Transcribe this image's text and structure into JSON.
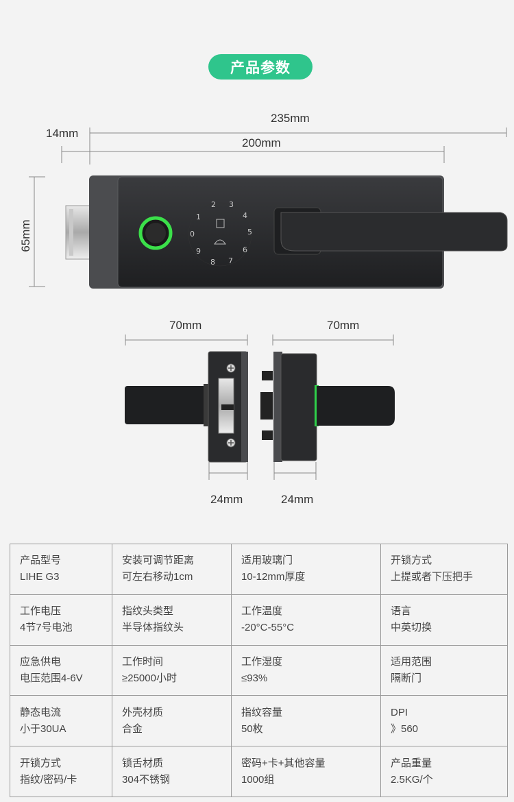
{
  "header": {
    "title": "产品参数"
  },
  "dimensions": {
    "total_length": "235mm",
    "body_length": "200mm",
    "offset": "14mm",
    "height": "65mm",
    "left_handle": "70mm",
    "right_handle": "70mm",
    "left_depth": "24mm",
    "right_depth": "24mm"
  },
  "keypad": {
    "digits": [
      "1",
      "2",
      "3",
      "4",
      "5",
      "6",
      "7",
      "8",
      "9",
      "0"
    ]
  },
  "colors": {
    "accent": "#2fc58c",
    "lock_body": "#2a2b2d",
    "ring": "#3be04a"
  },
  "specs": [
    [
      {
        "label": "产品型号",
        "value": "LIHE G3"
      },
      {
        "label": "安装可调节距离",
        "value": "可左右移动1cm"
      },
      {
        "label": "适用玻璃门",
        "value": "10-12mm厚度"
      },
      {
        "label": "开锁方式",
        "value": "上提或者下压把手"
      }
    ],
    [
      {
        "label": "工作电压",
        "value": "4节7号电池"
      },
      {
        "label": "指纹头类型",
        "value": "半导体指纹头"
      },
      {
        "label": "工作温度",
        "value": "-20°C-55°C"
      },
      {
        "label": "语言",
        "value": "中英切换"
      }
    ],
    [
      {
        "label": "应急供电",
        "value": "电压范围4-6V"
      },
      {
        "label": "工作时间",
        "value": "≥25000小时"
      },
      {
        "label": "工作湿度",
        "value": "≤93%"
      },
      {
        "label": "适用范围",
        "value": "隔断门"
      }
    ],
    [
      {
        "label": "静态电流",
        "value": "小于30UA"
      },
      {
        "label": "外壳材质",
        "value": "合金"
      },
      {
        "label": "指纹容量",
        "value": "50枚"
      },
      {
        "label": "DPI",
        "value": "》560"
      }
    ],
    [
      {
        "label": "开锁方式",
        "value": "指纹/密码/卡"
      },
      {
        "label": "锁舌材质",
        "value": "304不锈钢"
      },
      {
        "label": "密码+卡+其他容量",
        "value": "1000组"
      },
      {
        "label": "产品重量",
        "value": "2.5KG/个"
      }
    ]
  ]
}
